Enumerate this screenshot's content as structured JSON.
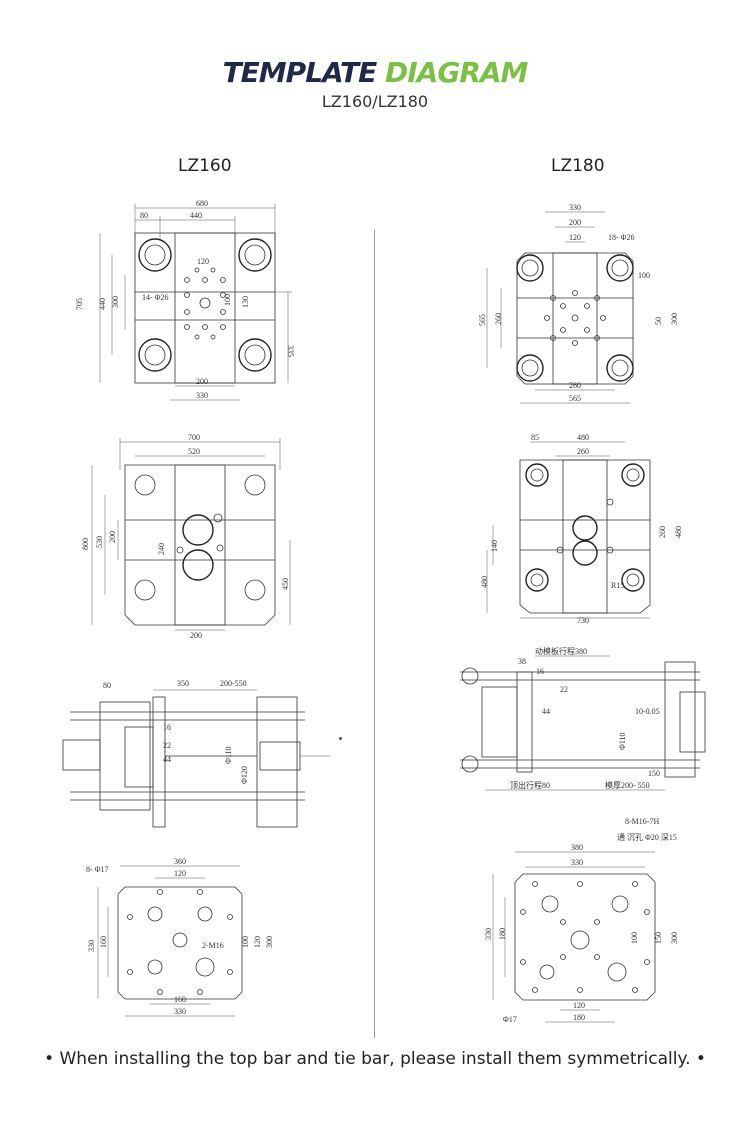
{
  "header": {
    "title_part1": "TEMPLATE",
    "title_part2": "DIAGRAM",
    "subtitle": "LZ160/LZ180"
  },
  "columns": {
    "left_label": "LZ160",
    "right_label": "LZ180"
  },
  "lz160": {
    "plate1": {
      "d680": "680",
      "d80": "80",
      "d440": "440",
      "d705": "705",
      "d440v": "440",
      "d300": "300",
      "d120": "120",
      "d14phi26": "14- Φ26",
      "d100": "100",
      "d130": "130",
      "d335": "335",
      "d200": "200",
      "d330": "330"
    },
    "plate2": {
      "d700": "700",
      "d520": "520",
      "d800": "800",
      "d530": "530",
      "d200v": "200",
      "d240": "240",
      "d450": "450",
      "d200": "200"
    },
    "side": {
      "d80": "80",
      "d350": "350",
      "d200_550": "200-550",
      "d16": "16",
      "d22": "22",
      "d44": "44",
      "dphi110": "Φ110",
      "dphi120": "Φ120"
    },
    "ejector": {
      "d8phi17": "8- Φ17",
      "d360": "360",
      "d120": "120",
      "d330": "330",
      "d160": "160",
      "d2m16": "2-M16",
      "d100": "100",
      "d120v": "120",
      "d300": "300",
      "d160b": "160",
      "d330b": "330"
    }
  },
  "lz180": {
    "plate1": {
      "d330": "330",
      "d200": "200",
      "d120": "120",
      "d18phi26": "18- Φ26",
      "d100": "100",
      "d565": "565",
      "d260": "260",
      "d50": "50",
      "d300": "300",
      "d260b": "260",
      "d565b": "565"
    },
    "plate2": {
      "d85": "85",
      "d480": "480",
      "d260": "260",
      "d140": "140",
      "d260v": "260",
      "d480v": "480",
      "d480l": "480",
      "dr15": "R15",
      "d730": "730"
    },
    "side": {
      "dstroke": "动模板行程380",
      "d38": "38",
      "d16": "16",
      "d22": "22",
      "d44": "44",
      "d10": "10-0.05",
      "dphi110": "Φ110",
      "d150": "150",
      "deject": "顶出行程80",
      "dmold": "模厚200- 550"
    },
    "ejector": {
      "dm16": "8-M16-7H",
      "dcb": "通 沉孔 Φ20 深15",
      "d380": "380",
      "d330": "330",
      "d330v": "330",
      "d180": "180",
      "d100": "100",
      "d150": "150",
      "d300": "300",
      "dphi17": "Φ17",
      "d120": "120",
      "d180b": "180"
    }
  },
  "footer": {
    "note": "• When installing the top bar and tie bar, please install them symmetrically. •"
  }
}
